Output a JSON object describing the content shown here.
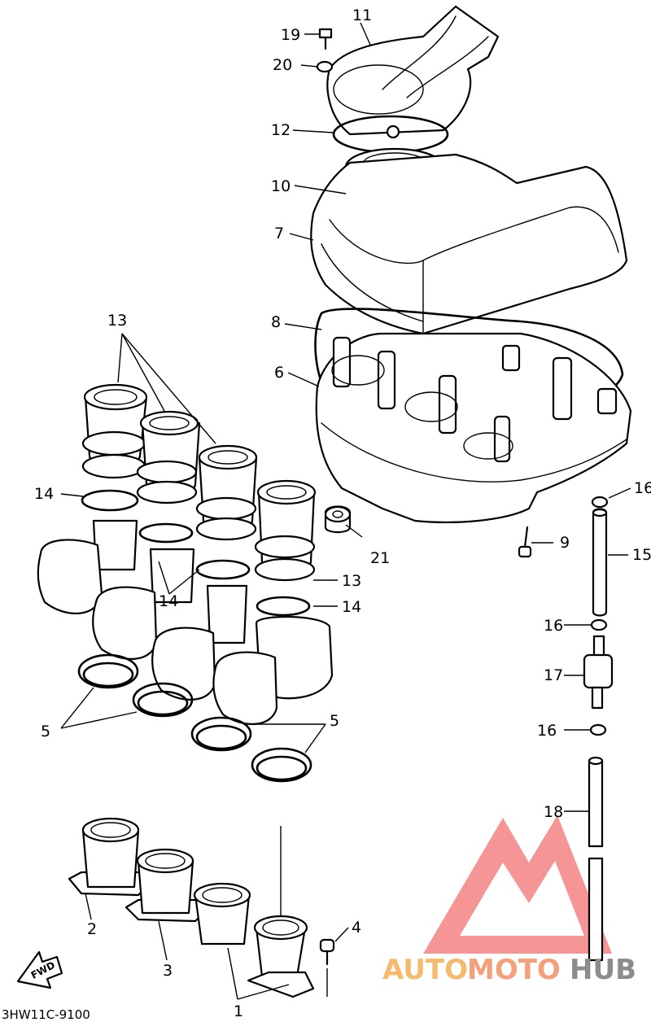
{
  "diagram": {
    "code": "3HW11C-9100",
    "direction_arrow": "FWD",
    "callouts": [
      "1",
      "2",
      "3",
      "4",
      "5",
      "6",
      "7",
      "8",
      "9",
      "10",
      "11",
      "12",
      "13",
      "14",
      "15",
      "16",
      "17",
      "18",
      "19",
      "20",
      "21"
    ]
  },
  "watermark": {
    "part1": "AUTO",
    "part2": "MOTO",
    "part3": "HUB",
    "logo_color": "#f05a5a",
    "text_colors": [
      "#f6ba6e",
      "#f3a07b",
      "#8c8c8c"
    ]
  }
}
